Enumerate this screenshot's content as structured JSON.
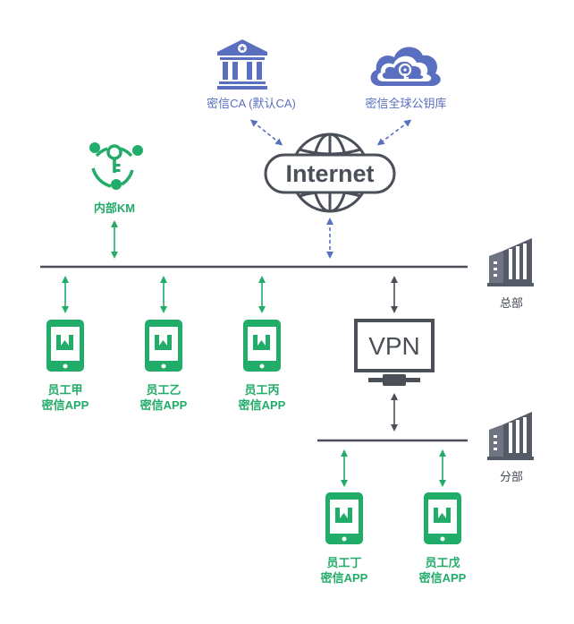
{
  "colors": {
    "blue": "#5a6fc0",
    "green": "#22ac6a",
    "gray": "#545b66",
    "line": "#4a4f58"
  },
  "ca": {
    "label": "密信CA (默认CA)",
    "icon": "bank-building-icon"
  },
  "pubkey": {
    "label": "密信全球公钥库",
    "icon": "cloud-key-icon"
  },
  "internet": {
    "label": "Internet",
    "icon": "globe-icon"
  },
  "km": {
    "label": "内部KM",
    "icon": "key-network-icon"
  },
  "hq": {
    "label": "总部",
    "icon": "office-building-icon"
  },
  "branch": {
    "label": "分部",
    "icon": "office-building-icon"
  },
  "vpn": {
    "label": "VPN",
    "icon": "vpn-device-icon"
  },
  "employees": [
    {
      "name": "员工甲",
      "app": "密信APP"
    },
    {
      "name": "员工乙",
      "app": "密信APP"
    },
    {
      "name": "员工丙",
      "app": "密信APP"
    },
    {
      "name": "员工丁",
      "app": "密信APP"
    },
    {
      "name": "员工戊",
      "app": "密信APP"
    }
  ]
}
